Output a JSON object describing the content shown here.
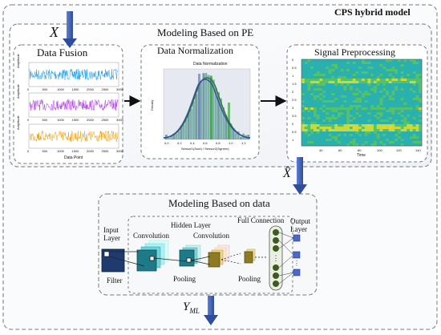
{
  "outer": {
    "title": "CPS hybrid model"
  },
  "pe_section": {
    "title": "Modeling Based on PE",
    "input_symbol": "X",
    "data_fusion": {
      "title": "Data Fusion",
      "ylabel": "Amplitude",
      "xlabel": "Data Point",
      "xticks": [
        "0",
        "500",
        "1000",
        "1500",
        "2000",
        "2500",
        "3000"
      ],
      "series_colors": [
        "#1f9ee6",
        "#b238e8",
        "#eba112"
      ]
    },
    "data_normalization": {
      "title": "Data Normalization",
      "chart_title": "Data Normalization",
      "xlabel": "Sensor1(Sout) / Sensor2(Sgreen)",
      "ylabel": "Density",
      "xticks": [
        "0.0",
        "0.2",
        "0.4",
        "0.6",
        "0.8",
        "1.0",
        "1.2"
      ]
    },
    "signal_preprocessing": {
      "title": "Signal Preprocessing",
      "xlabel": "Time",
      "xticks": [
        "40",
        "60",
        "80",
        "100",
        "120",
        "140"
      ],
      "yticks": [
        "0",
        "0.5",
        "1",
        "1.5",
        "2",
        "2.5",
        "3",
        "3.5",
        "0",
        "0.5",
        "1"
      ]
    }
  },
  "output_pe_symbol": "X̂",
  "data_section": {
    "title": "Modeling Based on data",
    "labels": {
      "input_layer": "Input Layer",
      "hidden_layer": "Hidden Layer",
      "convolution_1": "Convolution",
      "convolution_2": "Convolution",
      "full_connection": "Full Connection",
      "output_layer": "Output Layer",
      "filter": "Filter",
      "pooling_1": "Pooling",
      "pooling_2": "Pooling"
    }
  },
  "output_ml_symbol": "Y",
  "output_ml_subscript": "ML",
  "colors": {
    "arrow_blue": "#3f5fb4",
    "dashed_border": "#777777"
  }
}
